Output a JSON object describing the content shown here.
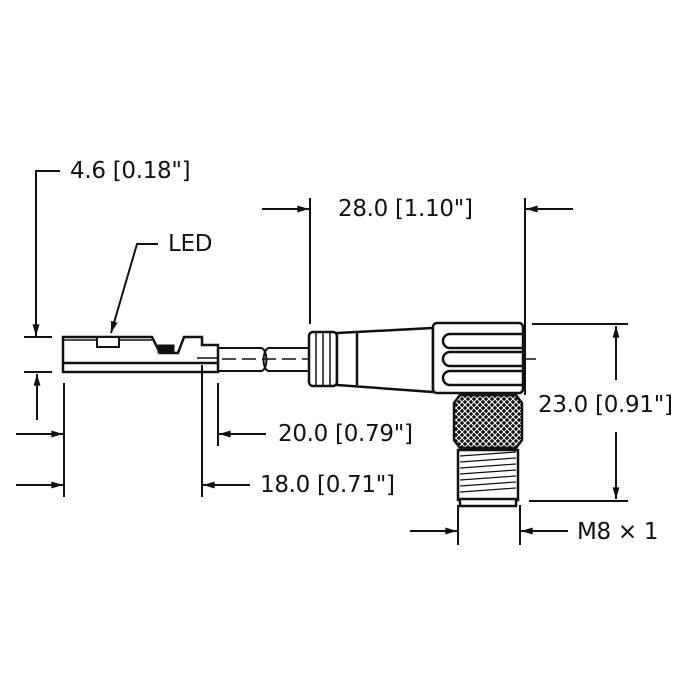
{
  "drawing": {
    "title": "Sensor cable with right-angle M8 connector – dimensional drawing",
    "line_color": "#111111",
    "background": "#ffffff"
  },
  "labels": {
    "dim_height_sensor": "4.6 [0.18\"]",
    "led": "LED",
    "dim_connector_length": "28.0 [1.10\"]",
    "dim_connector_height": "23.0 [0.91\"]",
    "dim_sensor_20": "20.0 [0.79\"]",
    "dim_sensor_18": "18.0 [0.71\"]",
    "thread": "M8 × 1"
  }
}
